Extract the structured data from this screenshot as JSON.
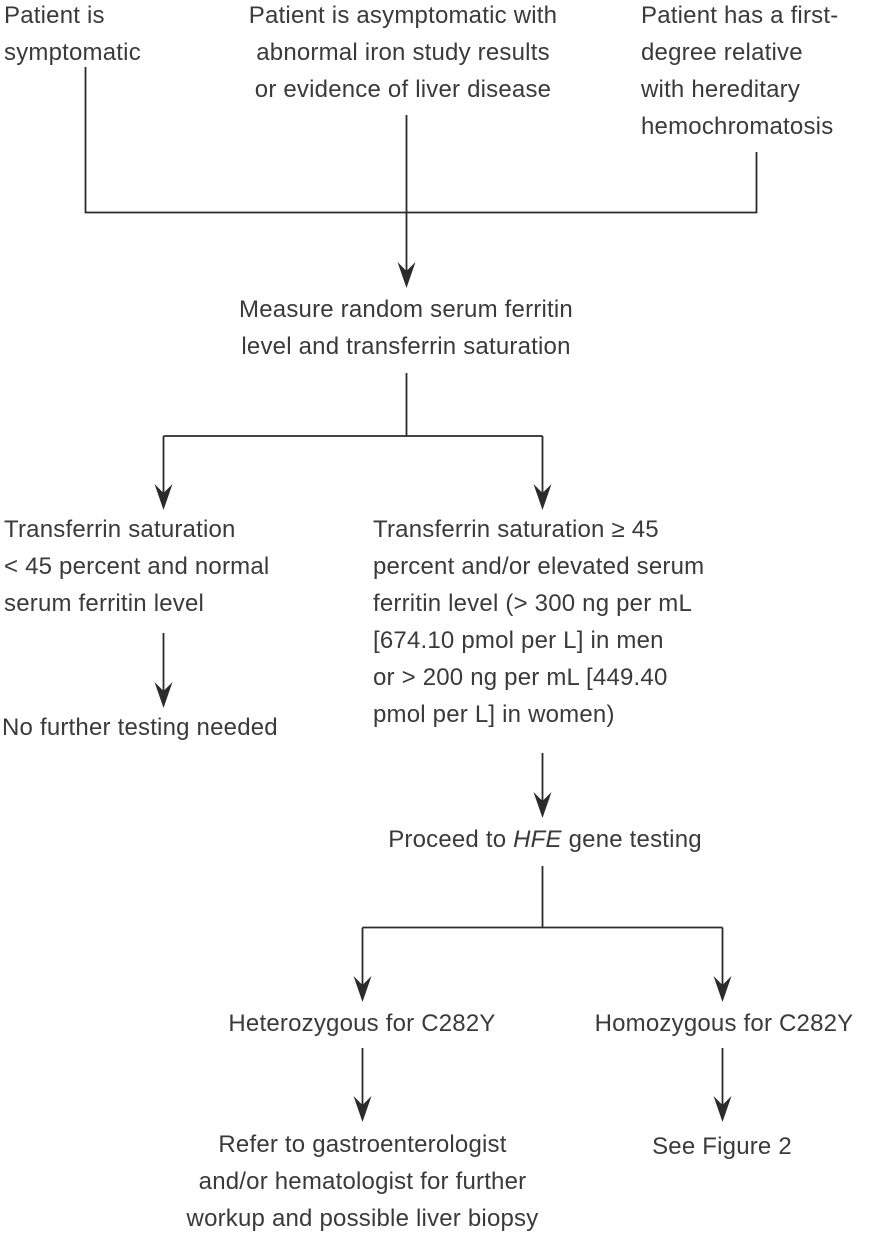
{
  "diagram": {
    "nodes": {
      "symptomatic": {
        "lines": [
          "Patient is",
          "symptomatic"
        ]
      },
      "asymptomatic": {
        "lines": [
          "Patient is asymptomatic with",
          "abnormal iron study results",
          "or evidence of liver disease"
        ]
      },
      "relative": {
        "lines": [
          "Patient has a first-",
          "degree relative",
          "with hereditary",
          "hemochromatosis"
        ]
      },
      "measure": {
        "lines": [
          "Measure random serum ferritin",
          "level and transferrin saturation"
        ]
      },
      "low_saturation": {
        "lines": [
          "Transferrin saturation",
          "< 45 percent and normal",
          "serum ferritin level"
        ]
      },
      "no_testing": {
        "label": "No further testing needed"
      },
      "high_saturation": {
        "lines": [
          "Transferrin saturation ≥ 45",
          "percent and/or elevated serum",
          "ferritin level (> 300 ng per mL",
          "[674.10 pmol per L] in men",
          "or > 200 ng per mL [449.40",
          "pmol per L] in women)"
        ]
      },
      "proceed": {
        "prefix": "Proceed to ",
        "gene": "HFE",
        "suffix": " gene testing"
      },
      "heterozygous": {
        "label": "Heterozygous for C282Y"
      },
      "homozygous": {
        "label": "Homozygous for C282Y"
      },
      "refer": {
        "lines": [
          "Refer to gastroenterologist",
          "and/or hematologist for further",
          "workup and possible liver biopsy"
        ]
      },
      "see_figure": {
        "label": "See Figure 2"
      }
    },
    "colors": {
      "text": "#3a3a3a",
      "line": "#2b2b2b",
      "background": "#ffffff"
    }
  }
}
